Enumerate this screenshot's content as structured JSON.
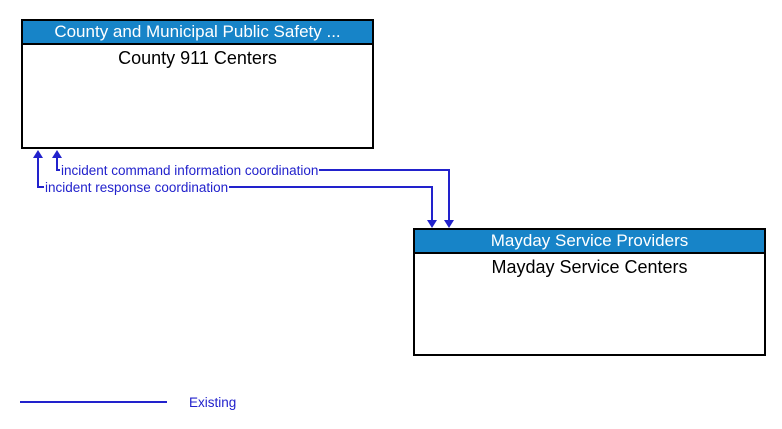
{
  "colors": {
    "canvas_bg": "#FFFFFF",
    "entity_header_bg": "#1784C8",
    "entity_header_text": "#FFFFFF",
    "entity_border": "#000000",
    "entity_body_text": "#000000",
    "flow_line": "#2222CC"
  },
  "boxes": [
    {
      "header": "County and Municipal Public Safety ...",
      "label": "County 911 Centers"
    },
    {
      "header": "Mayday Service Providers",
      "label": "Mayday Service Centers"
    }
  ],
  "flows": [
    {
      "label": "incident command information coordination",
      "from": "County 911 Centers",
      "to": "Mayday Service Centers",
      "bidirectional": true,
      "status": "Existing"
    },
    {
      "label": "incident response coordination",
      "from": "County 911 Centers",
      "to": "Mayday Service Centers",
      "bidirectional": true,
      "status": "Existing"
    }
  ],
  "legend": {
    "items": [
      {
        "label": "Existing",
        "line_color": "#2222CC"
      }
    ]
  }
}
